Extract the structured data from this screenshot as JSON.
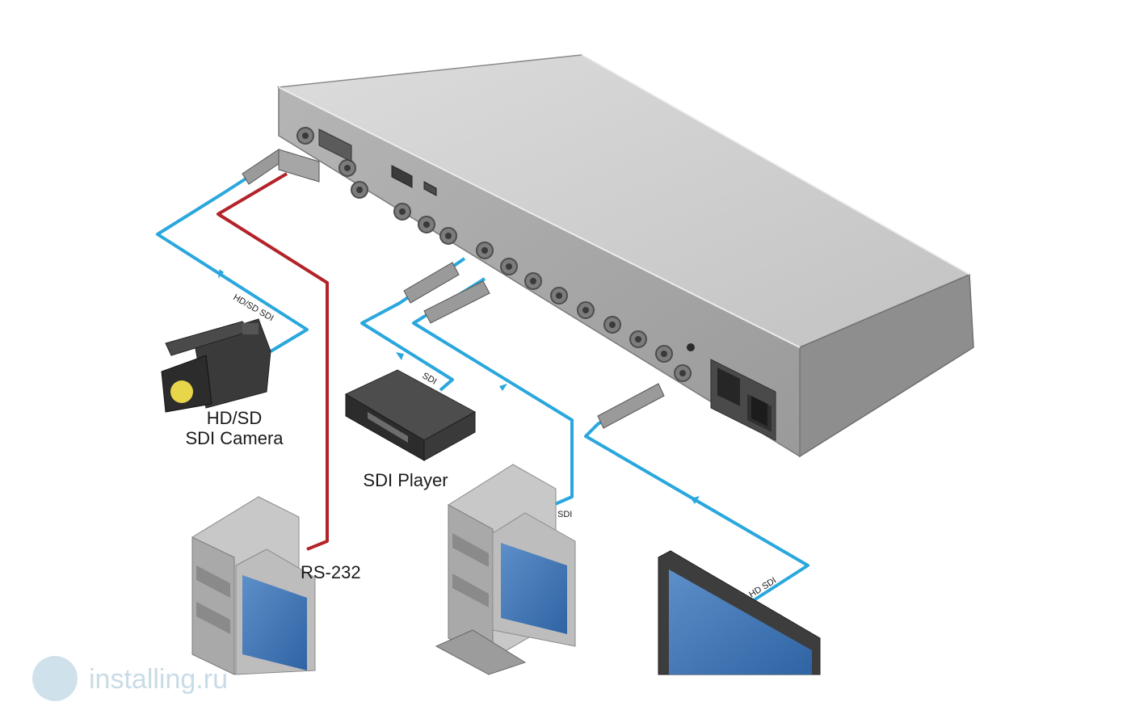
{
  "labels": {
    "camera_line1": "HD/SD",
    "camera_line2": "SDI Camera",
    "player": "SDI Player",
    "rs232": "RS-232",
    "cable_camera": "HD/SD SDI",
    "cable_player": "SDI",
    "cable_pc": "SDI",
    "cable_monitor": "HD SDI"
  },
  "watermark": {
    "text": "installing.ru"
  },
  "colors": {
    "sdi_cable": "#2aa7dd",
    "rs232_cable": "#b3232a"
  }
}
